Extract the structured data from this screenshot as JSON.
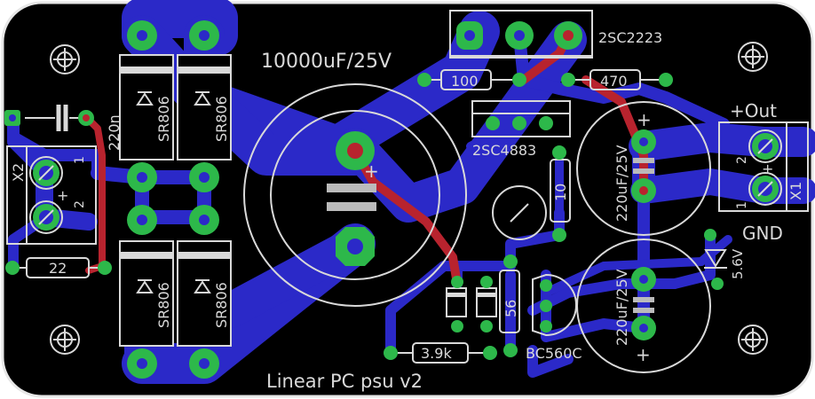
{
  "title": "Linear PC psu v2",
  "components": {
    "main_cap": "10000uF/25V",
    "q_power": "2SC2223",
    "q_driver": "2SC4883",
    "q_small": "BC560C",
    "r_100": "100",
    "r_470": "470",
    "r_22": "22",
    "r_10": "10",
    "r_56": "56",
    "r_3k9": "3.9k",
    "c_220n": "220n",
    "diode": "SR806",
    "cap_small_top": "220uF/25V",
    "cap_small_bottom": "220uF/25V",
    "zener": "5.6V"
  },
  "connectors": {
    "input": "X2",
    "output": "X1",
    "out_plus": "+Out",
    "gnd": "GND",
    "pin1": "1",
    "pin2": "2"
  },
  "symbols": {
    "plus": "+",
    "minus": "−"
  },
  "colors": {
    "board": "#000000",
    "copper_bottom": "#2b29c8",
    "copper_top": "#b8232e",
    "pad": "#2db84a",
    "silk": "#d9d9d9"
  }
}
